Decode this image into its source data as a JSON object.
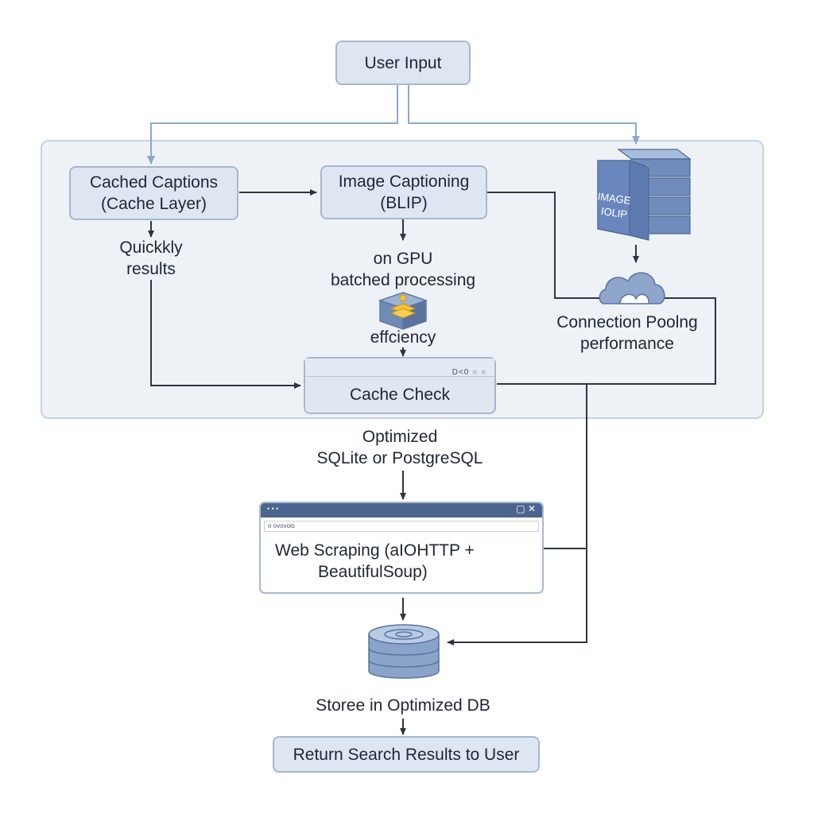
{
  "nodes": {
    "user_input": "User Input",
    "cached_captions": [
      "Cached Captions",
      "(Cache Layer)"
    ],
    "image_captioning": [
      "Image Captioning",
      "(BLIP)"
    ],
    "cache_check": "Cache Check",
    "web_scraping": [
      "Web Scraping (aIOHTTP +",
      "BeautifulSoup)"
    ],
    "return_results": "Return Search Results to User"
  },
  "labels": {
    "quickly_results": [
      "Quickkly",
      "results"
    ],
    "gpu_processing": [
      "on GPU",
      "batched processing"
    ],
    "efficiency": "effciency",
    "connection_pooling": [
      "Connection Poolng",
      "performance"
    ],
    "optimized_db_choice": [
      "Optimized",
      "SQLite or PostgreSQL"
    ],
    "store_db": "Storee in Optimized DB"
  },
  "server_icon_text": [
    "IMAGE",
    "IOLIP"
  ],
  "browser_window": {
    "url_text": "o ovovois",
    "dots": "• • •",
    "controls": "▢ ✕"
  },
  "cache_check_controls": "○ ○",
  "cache_check_tag": "D<0",
  "colors": {
    "node_fill": "#dde6f1",
    "node_border": "#a6b8cf",
    "container_fill": "#eef2f7",
    "connector": "#2f3540",
    "accent_blue": "#8fa8c8",
    "window_bar": "#4d668f"
  }
}
